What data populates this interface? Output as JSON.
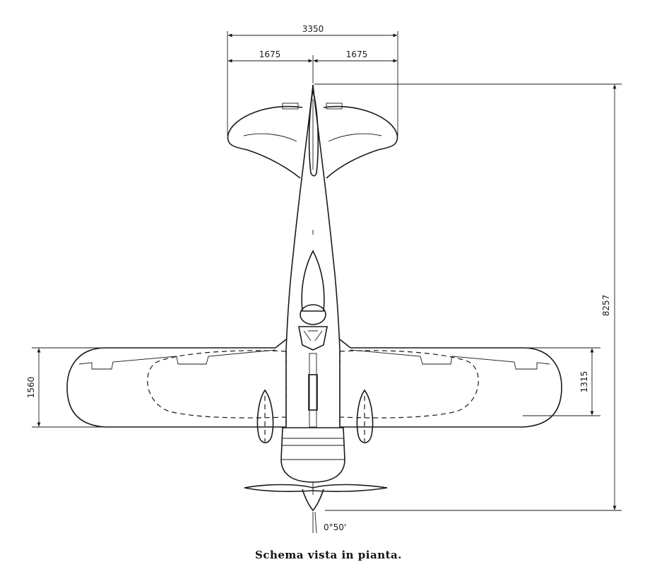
{
  "dimensions": {
    "tail_span": "3350",
    "tail_half_left": "1675",
    "tail_half_right": "1675",
    "overall_length": "8257",
    "wing_chord_root": "1560",
    "wing_chord_tip": "1315",
    "prop_angle": "0°50'"
  },
  "caption": "Schema vista in pianta."
}
